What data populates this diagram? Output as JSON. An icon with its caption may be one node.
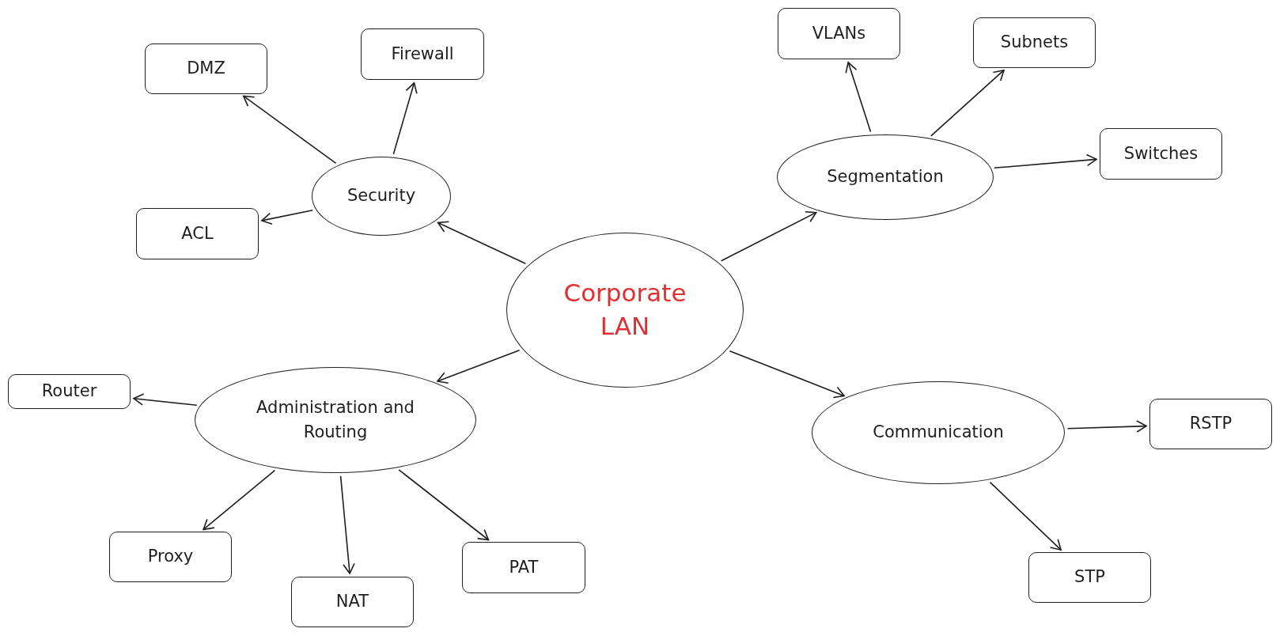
{
  "diagram": {
    "nodes": [
      {
        "text": [
          "Corporate LAN"
        ]
      },
      {
        "text": [
          "Security"
        ]
      },
      {
        "text": [
          "DMZ"
        ]
      },
      {
        "text": [
          "Firewall"
        ]
      },
      {
        "text": [
          "ACL"
        ]
      },
      {
        "text": [
          "Segmentation"
        ]
      },
      {
        "text": [
          "VLANs"
        ]
      },
      {
        "text": [
          "Subnets"
        ]
      },
      {
        "text": [
          "Switches"
        ]
      },
      {
        "text": [
          "Administration and Routing"
        ]
      },
      {
        "text": [
          "Router"
        ]
      },
      {
        "text": [
          "Proxy"
        ]
      },
      {
        "text": [
          "NAT"
        ]
      },
      {
        "text": [
          "PAT"
        ]
      },
      {
        "text": [
          "Communication"
        ]
      },
      {
        "text": [
          "RSTP"
        ]
      },
      {
        "text": [
          "STP"
        ]
      }
    ],
    "edges": [
      {
        "from": 0,
        "to": 1,
        "arrow": "to"
      },
      {
        "from": 0,
        "to": 5,
        "arrow": "to"
      },
      {
        "from": 0,
        "to": 9,
        "arrow": "to"
      },
      {
        "from": 0,
        "to": 14,
        "arrow": "to"
      },
      {
        "from": 1,
        "to": 2,
        "arrow": "to"
      },
      {
        "from": 1,
        "to": 3,
        "arrow": "to"
      },
      {
        "from": 1,
        "to": 4,
        "arrow": "to"
      },
      {
        "from": 5,
        "to": 6,
        "arrow": "to"
      },
      {
        "from": 5,
        "to": 7,
        "arrow": "to"
      },
      {
        "from": 5,
        "to": 8,
        "arrow": "to"
      },
      {
        "from": 9,
        "to": 10,
        "arrow": "to"
      },
      {
        "from": 9,
        "to": 11,
        "arrow": "to"
      },
      {
        "from": 9,
        "to": 12,
        "arrow": "to"
      },
      {
        "from": 9,
        "to": 13,
        "arrow": "to"
      },
      {
        "from": 14,
        "to": 15,
        "arrow": "to"
      },
      {
        "from": 14,
        "to": 16,
        "arrow": "to"
      }
    ]
  }
}
